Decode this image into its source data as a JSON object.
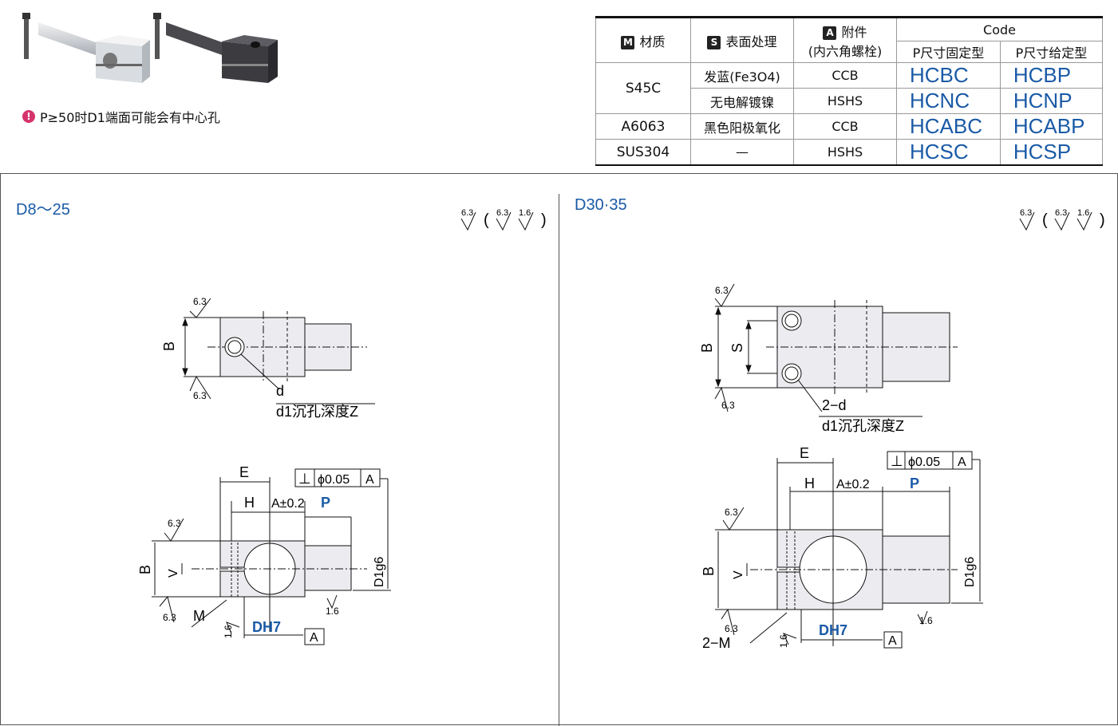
{
  "note": {
    "icon": "!",
    "text": "P≥50时D1端面可能会有中心孔"
  },
  "table": {
    "headers": {
      "material": {
        "tag": "M",
        "label": "材质"
      },
      "surface": {
        "tag": "S",
        "label": "表面处理"
      },
      "accessory": {
        "tag": "A",
        "label": "附件",
        "sub": "(内六角螺栓)"
      },
      "code": "Code",
      "fixed": "P尺寸固定型",
      "given": "P尺寸给定型"
    },
    "rows": [
      {
        "material": "S45C",
        "surface": "发蓝(Fe3O4)",
        "accessory": "CCB",
        "fixed": "HCBC",
        "given": "HCBP"
      },
      {
        "material": "",
        "surface": "无电解镀镍",
        "accessory": "HSHS",
        "fixed": "HCNC",
        "given": "HCNP"
      },
      {
        "material": "A6063",
        "surface": "黑色阳极氧化",
        "accessory": "CCB",
        "fixed": "HCABC",
        "given": "HCABP"
      },
      {
        "material": "SUS304",
        "surface": "—",
        "accessory": "HSHS",
        "fixed": "HCSC",
        "given": "HCSP"
      }
    ]
  },
  "sections": [
    {
      "title": "D8～25"
    },
    {
      "title": "D30·35"
    }
  ],
  "drawing": {
    "rough": "6.3",
    "rough2": "1.6",
    "B": "B",
    "S": "S",
    "V": "V",
    "E": "E",
    "H": "H",
    "A_tol": "A±0.2",
    "P": "P",
    "D1": "D1g6",
    "DH7": "DH7",
    "A": "A",
    "M": "M",
    "M2": "2−M",
    "d": "d",
    "d2": "2−d",
    "counterbore": "d1沉孔深度Z",
    "perp": "⊥",
    "tol": "ϕ0.05"
  }
}
